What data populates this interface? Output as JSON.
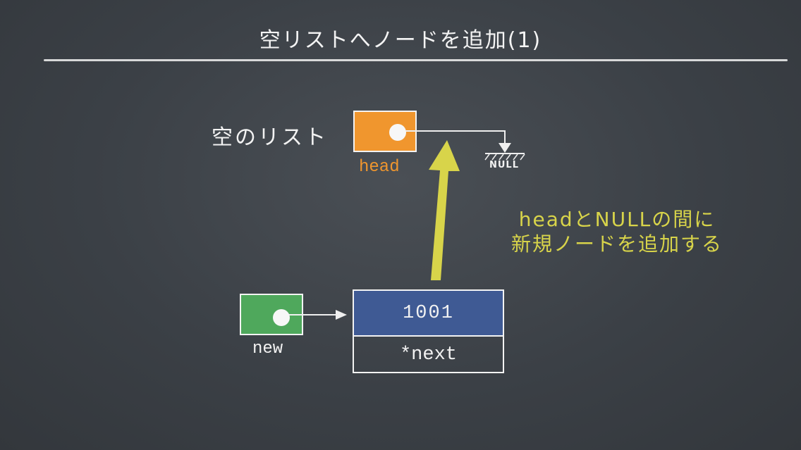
{
  "slide": {
    "title": "空リストへノードを追加(1)"
  },
  "diagram": {
    "empty_list_label": "空のリスト",
    "head_label": "head",
    "null_label": "NULL",
    "new_label": "new",
    "node_value": "1001",
    "node_next": "*next",
    "note_line1": "headとNULLの間に",
    "note_line2": "新規ノードを追加する"
  },
  "colors": {
    "background": "#3b4046",
    "head_box": "#f0962e",
    "new_box": "#4fa85c",
    "node_data": "#3f5a94",
    "highlight_arrow": "#d8d44a"
  }
}
